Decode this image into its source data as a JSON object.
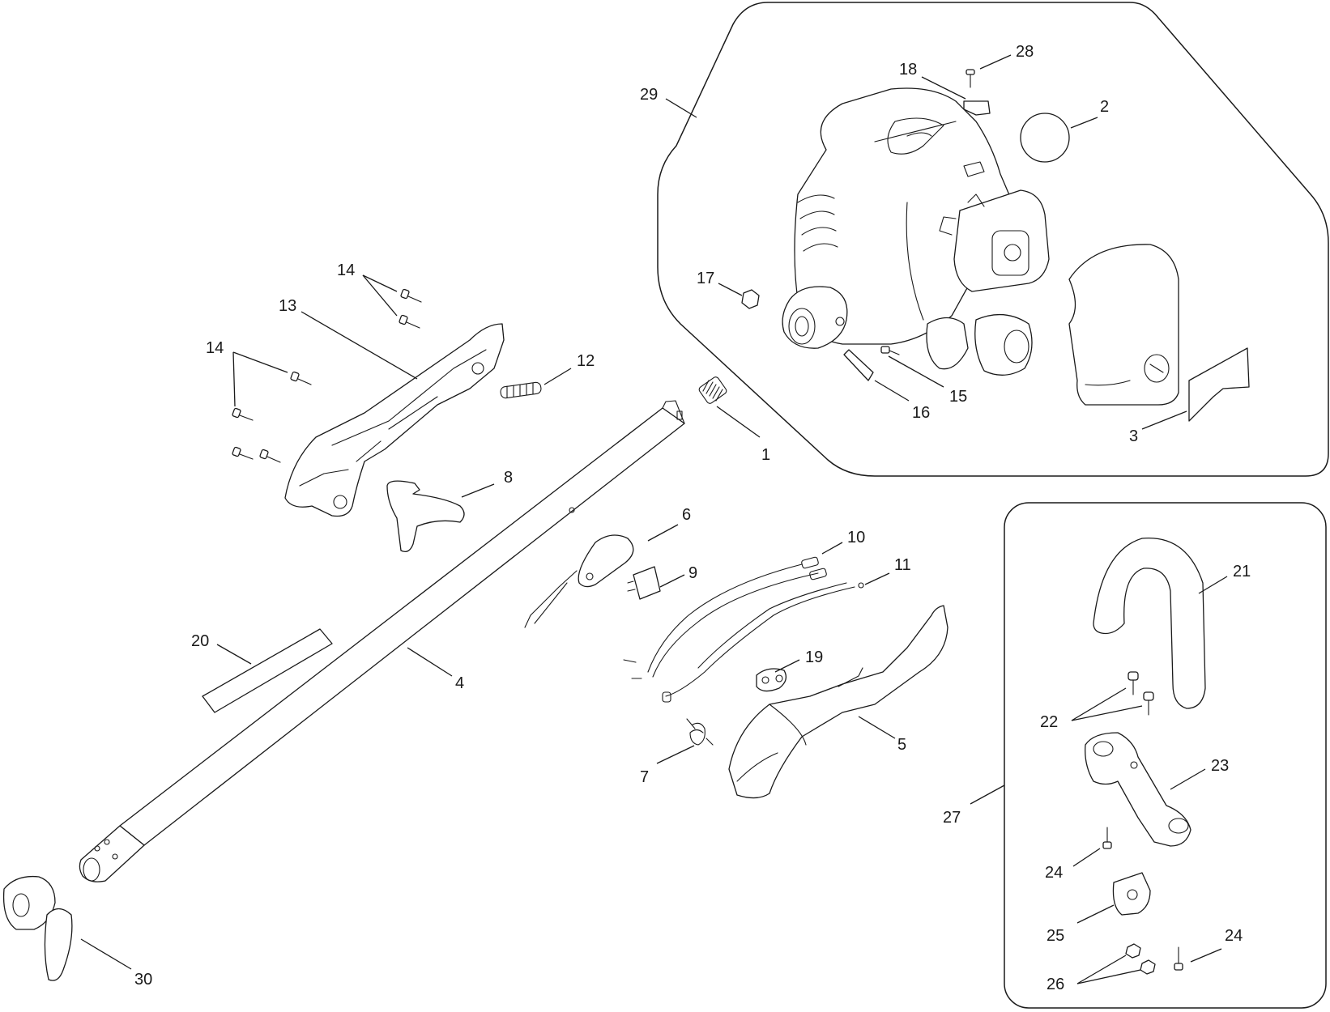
{
  "diagram": {
    "callouts": [
      {
        "id": "c1",
        "text": "1"
      },
      {
        "id": "c2",
        "text": "2"
      },
      {
        "id": "c3",
        "text": "3"
      },
      {
        "id": "c4",
        "text": "4"
      },
      {
        "id": "c5",
        "text": "5"
      },
      {
        "id": "c6",
        "text": "6"
      },
      {
        "id": "c7",
        "text": "7"
      },
      {
        "id": "c8",
        "text": "8"
      },
      {
        "id": "c9",
        "text": "9"
      },
      {
        "id": "c10",
        "text": "10"
      },
      {
        "id": "c11",
        "text": "11"
      },
      {
        "id": "c12",
        "text": "12"
      },
      {
        "id": "c13",
        "text": "13"
      },
      {
        "id": "c14a",
        "text": "14"
      },
      {
        "id": "c14b",
        "text": "14"
      },
      {
        "id": "c15",
        "text": "15"
      },
      {
        "id": "c16",
        "text": "16"
      },
      {
        "id": "c17",
        "text": "17"
      },
      {
        "id": "c18",
        "text": "18"
      },
      {
        "id": "c19",
        "text": "19"
      },
      {
        "id": "c20",
        "text": "20"
      },
      {
        "id": "c21",
        "text": "21"
      },
      {
        "id": "c22",
        "text": "22"
      },
      {
        "id": "c23",
        "text": "23"
      },
      {
        "id": "c24a",
        "text": "24"
      },
      {
        "id": "c24b",
        "text": "24"
      },
      {
        "id": "c25",
        "text": "25"
      },
      {
        "id": "c26",
        "text": "26"
      },
      {
        "id": "c27",
        "text": "27"
      },
      {
        "id": "c28",
        "text": "28"
      },
      {
        "id": "c29",
        "text": "29"
      },
      {
        "id": "c30",
        "text": "30"
      }
    ]
  }
}
